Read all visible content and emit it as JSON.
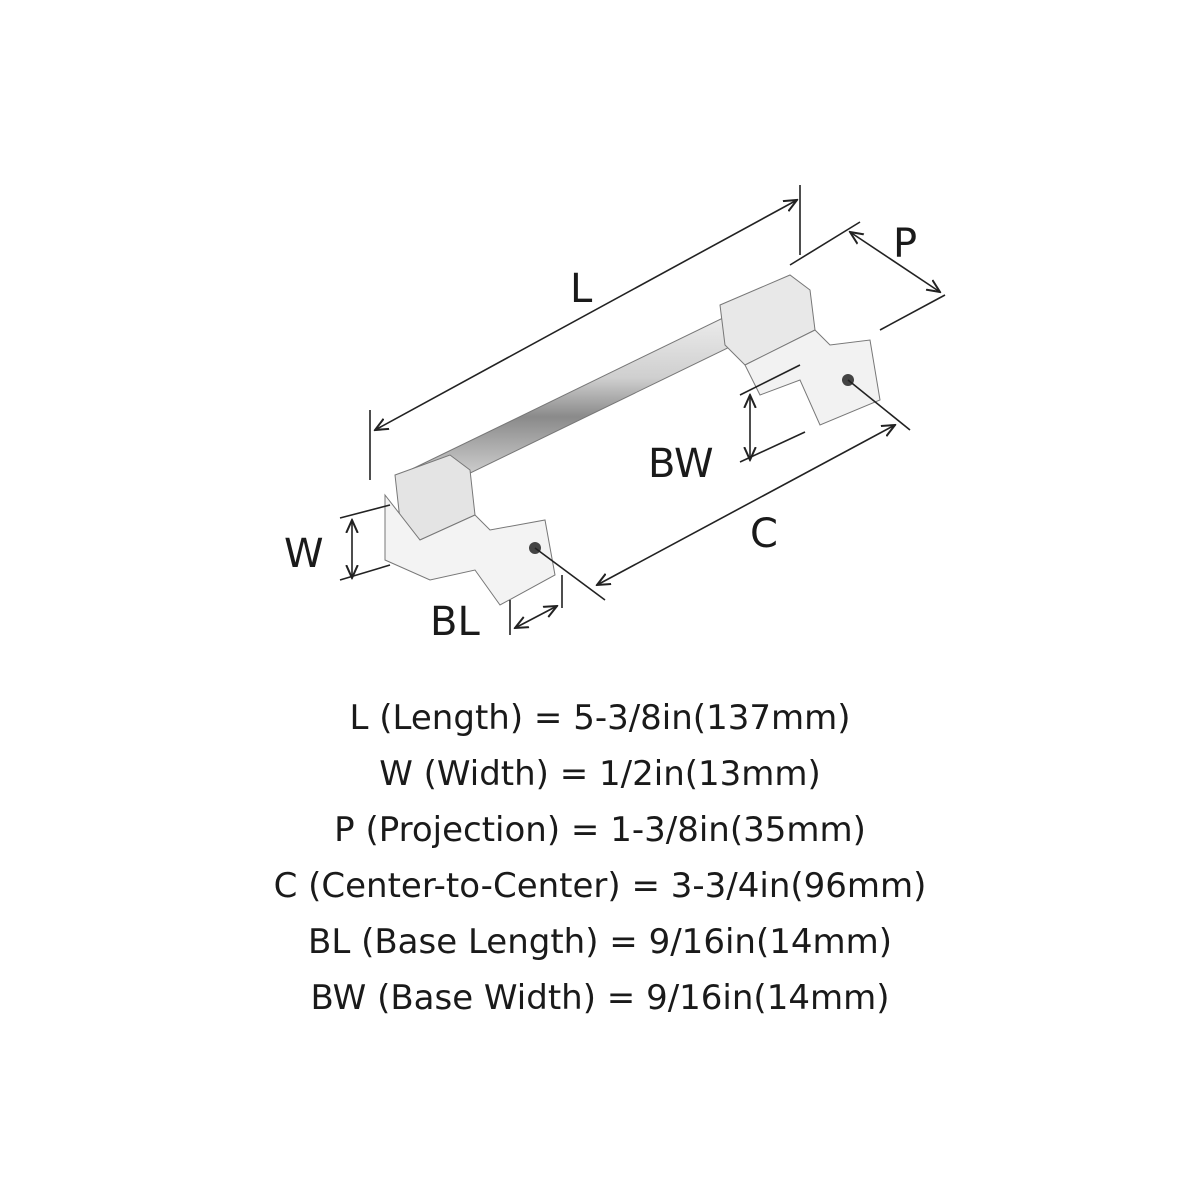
{
  "diagram": {
    "labels": {
      "L": "L",
      "P": "P",
      "BW": "BW",
      "C": "C",
      "W": "W",
      "BL": "BL"
    }
  },
  "specs": [
    {
      "text": "L (Length) = 5-3/8in(137mm)"
    },
    {
      "text": "W (Width) = 1/2in(13mm)"
    },
    {
      "text": "P (Projection) = 1-3/8in(35mm)"
    },
    {
      "text": "C (Center-to-Center) = 3-3/4in(96mm)"
    },
    {
      "text": "BL (Base Length) = 9/16in(14mm)"
    },
    {
      "text": "BW (Base Width) = 9/16in(14mm)"
    }
  ]
}
